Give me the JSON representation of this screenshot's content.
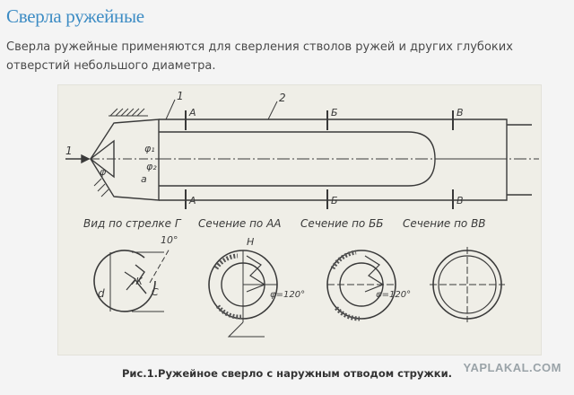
{
  "article": {
    "title": "Сверла ружейные",
    "intro": "Сверла ружейные применяются для сверления стволов ружей и других глубоких отверстий небольшого диаметра."
  },
  "figure": {
    "caption": "Рис.1.Ружейное сверло с наружным отводом стружки.",
    "watermark": "YAPLAKAL.COM",
    "labels": {
      "part1": "1",
      "part2": "2",
      "secA": "А",
      "secB": "Б",
      "secV": "В",
      "arrowNum": "1",
      "phi1": "φ₁",
      "phi2": "φ₂",
      "phi": "φ",
      "a": "a",
      "view_g": "Вид по стрелке Г",
      "sec_aa": "Сечение по АА",
      "sec_bb": "Сечение по ББ",
      "sec_vv": "Сечение по ВВ",
      "deg10": "10°",
      "H": "H",
      "d": "d",
      "zh": "Ж",
      "C": "C",
      "phi120a": "φ=120°",
      "phi120b": "φ=120°"
    }
  }
}
